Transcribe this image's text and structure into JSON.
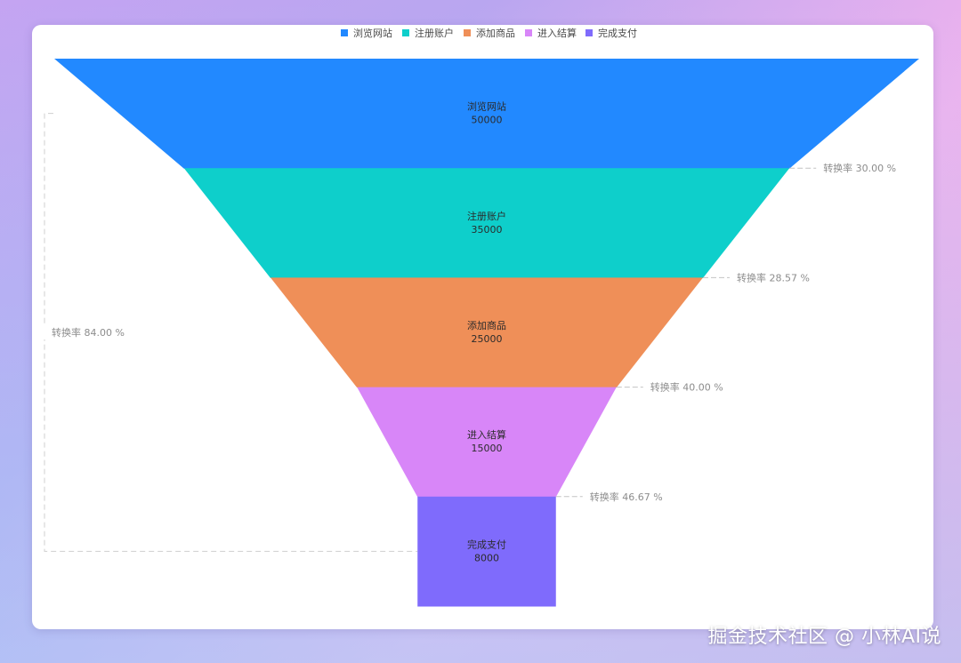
{
  "chart_data": {
    "type": "funnel",
    "stages": [
      {
        "name": "浏览网站",
        "value": 50000,
        "color": "#2289ff"
      },
      {
        "name": "注册账户",
        "value": 35000,
        "color": "#0ecfcb"
      },
      {
        "name": "添加商品",
        "value": 25000,
        "color": "#ef8f58"
      },
      {
        "name": "进入结算",
        "value": 15000,
        "color": "#d886f8"
      },
      {
        "name": "完成支付",
        "value": 8000,
        "color": "#7f6bfc"
      }
    ],
    "conversions": [
      "转换率 30.00 %",
      "转换率 28.57 %",
      "转换率 40.00 %",
      "转换率 46.67 %"
    ],
    "total_conversion": "转换率 84.00 %",
    "legend_position": "top-center"
  },
  "watermark": "掘金技术社区 @ 小林AI说"
}
